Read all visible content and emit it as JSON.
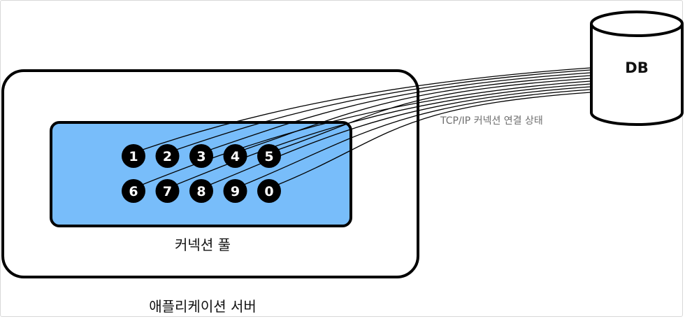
{
  "diagram": {
    "database_label": "DB",
    "pool_label": "커넥션 풀",
    "server_label": "애플리케이션 서버",
    "link_label": "TCP/IP 커넥션 연결 상태",
    "connections": [
      "1",
      "2",
      "3",
      "4",
      "5",
      "6",
      "7",
      "8",
      "9",
      "0"
    ],
    "colors": {
      "pool_fill": "#78bdfa",
      "connection_fill": "#000000",
      "connection_text": "#ffffff",
      "line": "#000000",
      "link_label": "#6e6e6e"
    }
  }
}
